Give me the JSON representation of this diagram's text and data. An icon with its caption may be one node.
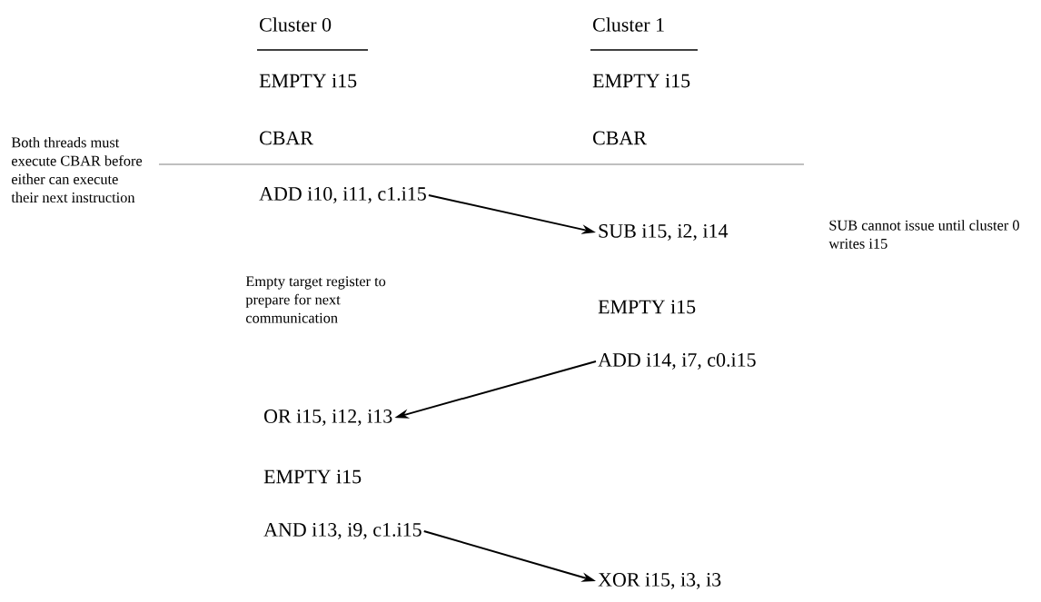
{
  "diagram": {
    "nodes": [
      {
        "text": [
          "ADD i10, i11, c1.i15"
        ]
      },
      {
        "text": [
          "SUB i15, i2, i14"
        ]
      },
      {
        "text": [
          "ADD i14, i7, c0.i15"
        ]
      },
      {
        "text": [
          "OR i15, i12, i13"
        ]
      },
      {
        "text": [
          "AND i13, i9, c1.i15"
        ]
      },
      {
        "text": [
          "XOR i15, i3, i3"
        ]
      }
    ],
    "edges": [
      {
        "from": 0,
        "to": 1,
        "arrow": "to"
      },
      {
        "from": 2,
        "to": 3,
        "arrow": "to"
      },
      {
        "from": 4,
        "to": 5,
        "arrow": "to"
      }
    ],
    "labels": [
      "Cluster 0",
      "Cluster 1",
      "EMPTY i15",
      "EMPTY i15",
      "Both threads must execute CBAR before either can execute their next instruction",
      "CBAR",
      "CBAR",
      "SUB cannot issue until cluster 0 writes i15",
      "Empty target register to prepare for next communication",
      "EMPTY i15",
      "EMPTY i15"
    ]
  }
}
